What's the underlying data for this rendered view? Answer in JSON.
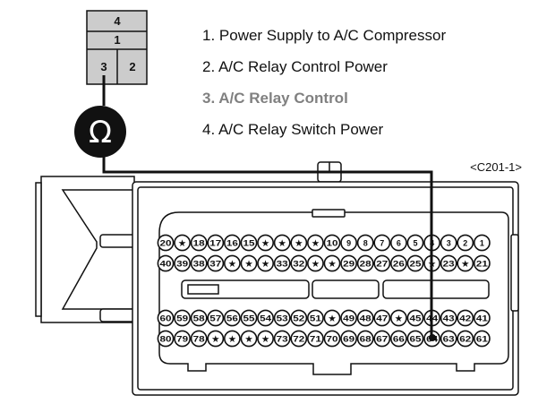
{
  "relay": {
    "terminals": {
      "t4": "4",
      "t1": "1",
      "t3": "3",
      "t2": "2"
    }
  },
  "legend": [
    {
      "text": "1. Power Supply to A/C Compressor",
      "highlighted": false
    },
    {
      "text": "2. A/C Relay Control Power",
      "highlighted": false
    },
    {
      "text": "3. A/C Relay Control",
      "highlighted": true
    },
    {
      "text": "4. A/C Relay Switch Power",
      "highlighted": false
    }
  ],
  "meter": {
    "symbol": "Ω",
    "icon": "ohmmeter-icon"
  },
  "connector": {
    "label": "<C201-1>",
    "rows": [
      [
        "20",
        "★",
        "18",
        "17",
        "16",
        "15",
        "★",
        "★",
        "★",
        "★",
        "10",
        "9",
        "8",
        "7",
        "6",
        "5",
        "4",
        "3",
        "2",
        "1"
      ],
      [
        "40",
        "39",
        "38",
        "37",
        "★",
        "★",
        "★",
        "33",
        "32",
        "★",
        "★",
        "29",
        "28",
        "27",
        "26",
        "25",
        "★",
        "23",
        "★",
        "21"
      ],
      [
        "60",
        "59",
        "58",
        "57",
        "56",
        "55",
        "54",
        "53",
        "52",
        "51",
        "★",
        "49",
        "48",
        "47",
        "★",
        "45",
        "44",
        "43",
        "42",
        "41"
      ],
      [
        "80",
        "79",
        "78",
        "★",
        "★",
        "★",
        "★",
        "73",
        "72",
        "71",
        "70",
        "69",
        "68",
        "67",
        "66",
        "65",
        "64",
        "63",
        "62",
        "61"
      ]
    ],
    "probe_pin": "64"
  },
  "colors": {
    "line": "#111111",
    "highlight_text": "#808080",
    "relay_fill": "#cccccc",
    "pin_fill": "#ffffff"
  }
}
